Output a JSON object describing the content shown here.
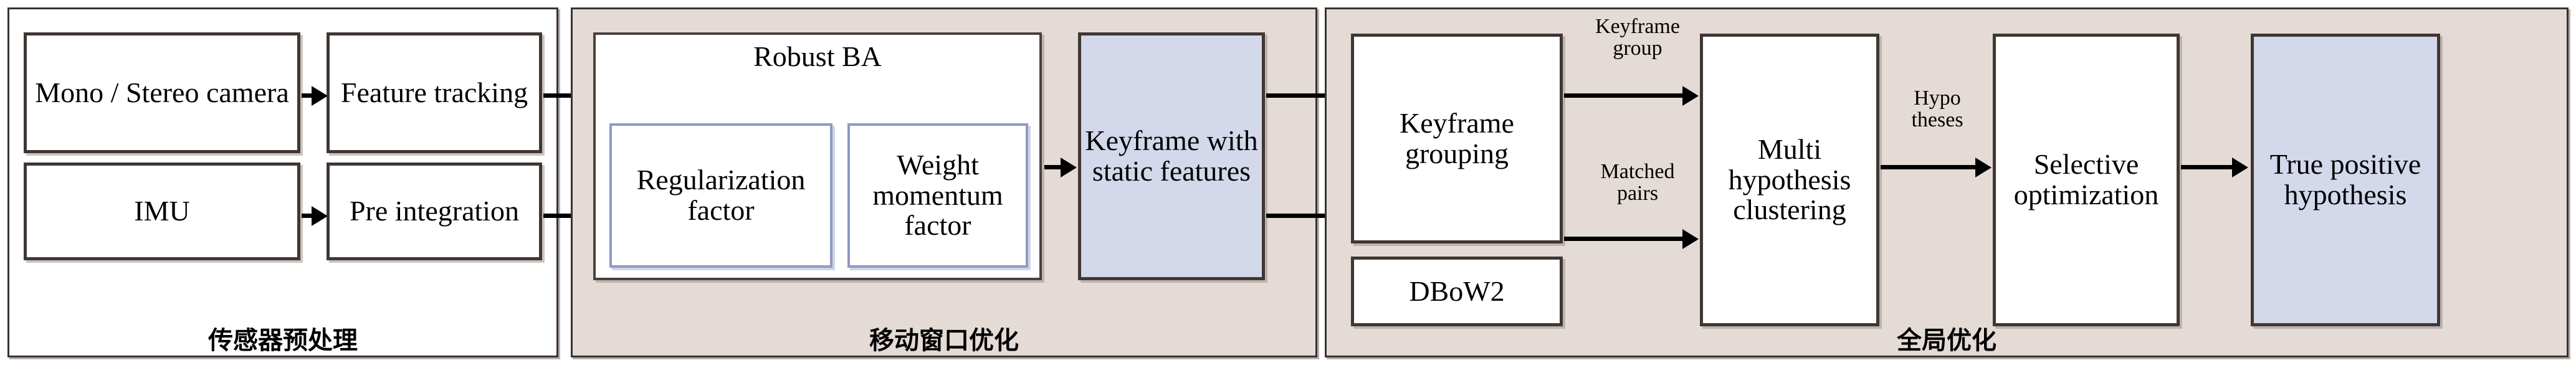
{
  "diagram": {
    "title": "VIO / SLAM pipeline block diagram",
    "colors": {
      "panel_white": "#ffffff",
      "panel_beige": "#e4dbd7",
      "box_white": "#ffffff",
      "box_lavender": "#d3d8ea",
      "border_dark": "#4a403c",
      "border_blue": "#8e9ac4",
      "arrow": "#000000"
    },
    "stages": [
      {
        "id": "sensor-preprocessing",
        "caption": "传感器预处理",
        "background": "#ffffff"
      },
      {
        "id": "sliding-window-optimization",
        "caption": "移动窗口优化",
        "background": "#e4dbd7"
      },
      {
        "id": "global-optimization",
        "caption": "全局优化",
        "background": "#e4dbd7"
      }
    ],
    "boxes": {
      "mono_stereo_camera": "Mono / Stereo camera",
      "imu": "IMU",
      "feature_tracking": "Feature tracking",
      "pre_integration": "Pre integration",
      "robust_ba": "Robust BA",
      "regularization_factor": "Regularization factor",
      "weight_momentum_factor": "Weight momentum factor",
      "keyframe_with_static_features": "Keyframe with static features",
      "keyframe_grouping": "Keyframe grouping",
      "dbow2": "DBoW2",
      "multi_hypothesis_clustering": "Multi hypothesis clustering",
      "selective_optimization": "Selective optimization",
      "true_positive_hypothesis": "True positive hypothesis"
    },
    "edge_labels": {
      "keyframe_group": "Keyframe\ngroup",
      "matched_pairs": "Matched\npairs",
      "hypotheses": "Hypo\ntheses"
    }
  }
}
